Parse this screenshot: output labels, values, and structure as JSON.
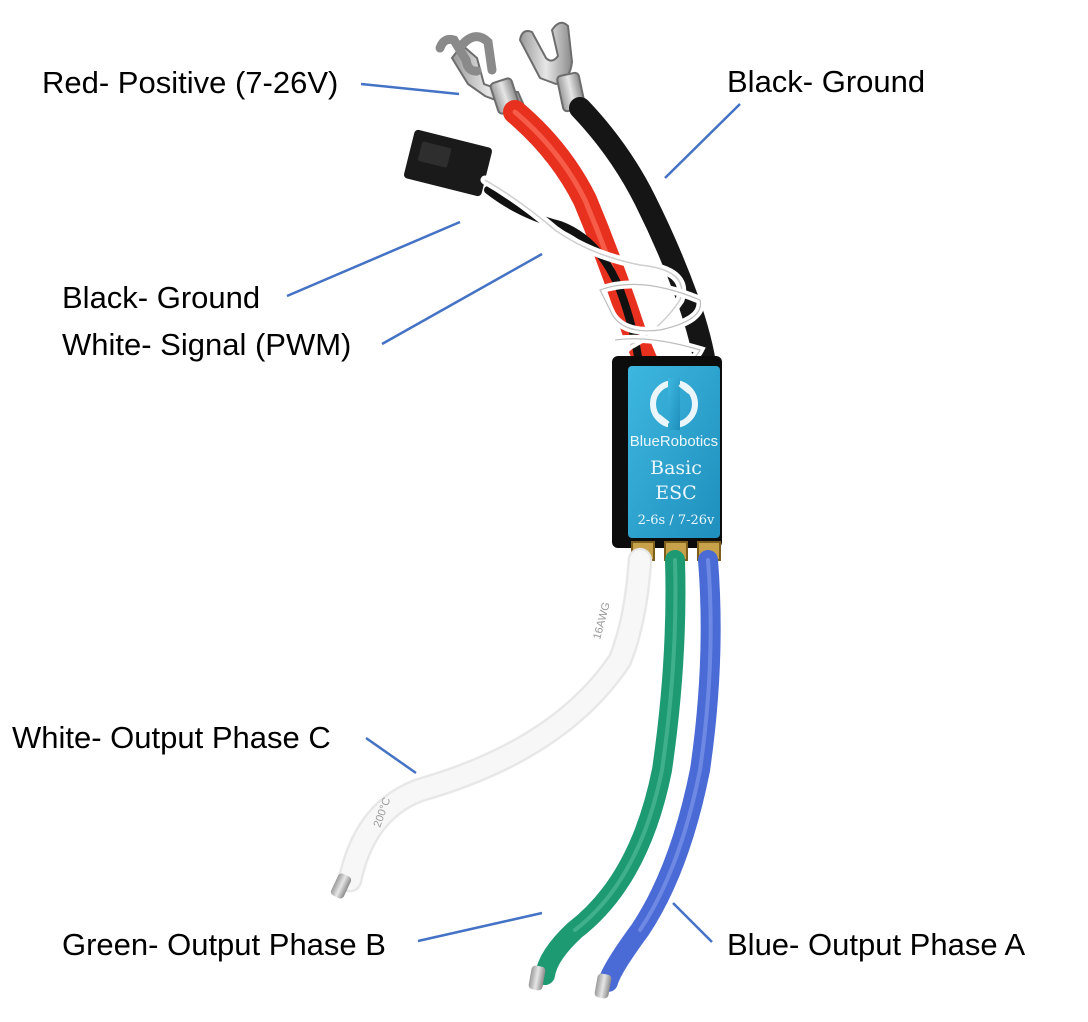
{
  "labels": {
    "red_positive": "Red- Positive (7-26V)",
    "black_ground_top": "Black- Ground",
    "black_ground_signal": "Black- Ground",
    "white_signal": "White- Signal (PWM)",
    "white_phase_c": "White- Output Phase C",
    "green_phase_b": "Green- Output Phase B",
    "blue_phase_a": "Blue- Output Phase A"
  },
  "esc": {
    "brand": "BlueRobotics",
    "model_line1": "Basic",
    "model_line2": "ESC",
    "rating": "2-6s / 7-26v"
  },
  "wire_print": {
    "white_gauge": "16AWG",
    "white_temp": "200°C"
  },
  "colors": {
    "leader_line": "#4472c4",
    "red_wire": "#e8301f",
    "black_wire": "#151515",
    "white_wire": "#f4f4f4",
    "green_wire": "#1e9a73",
    "blue_wire": "#4a6bd6",
    "esc_label": "#2aa7d2"
  }
}
